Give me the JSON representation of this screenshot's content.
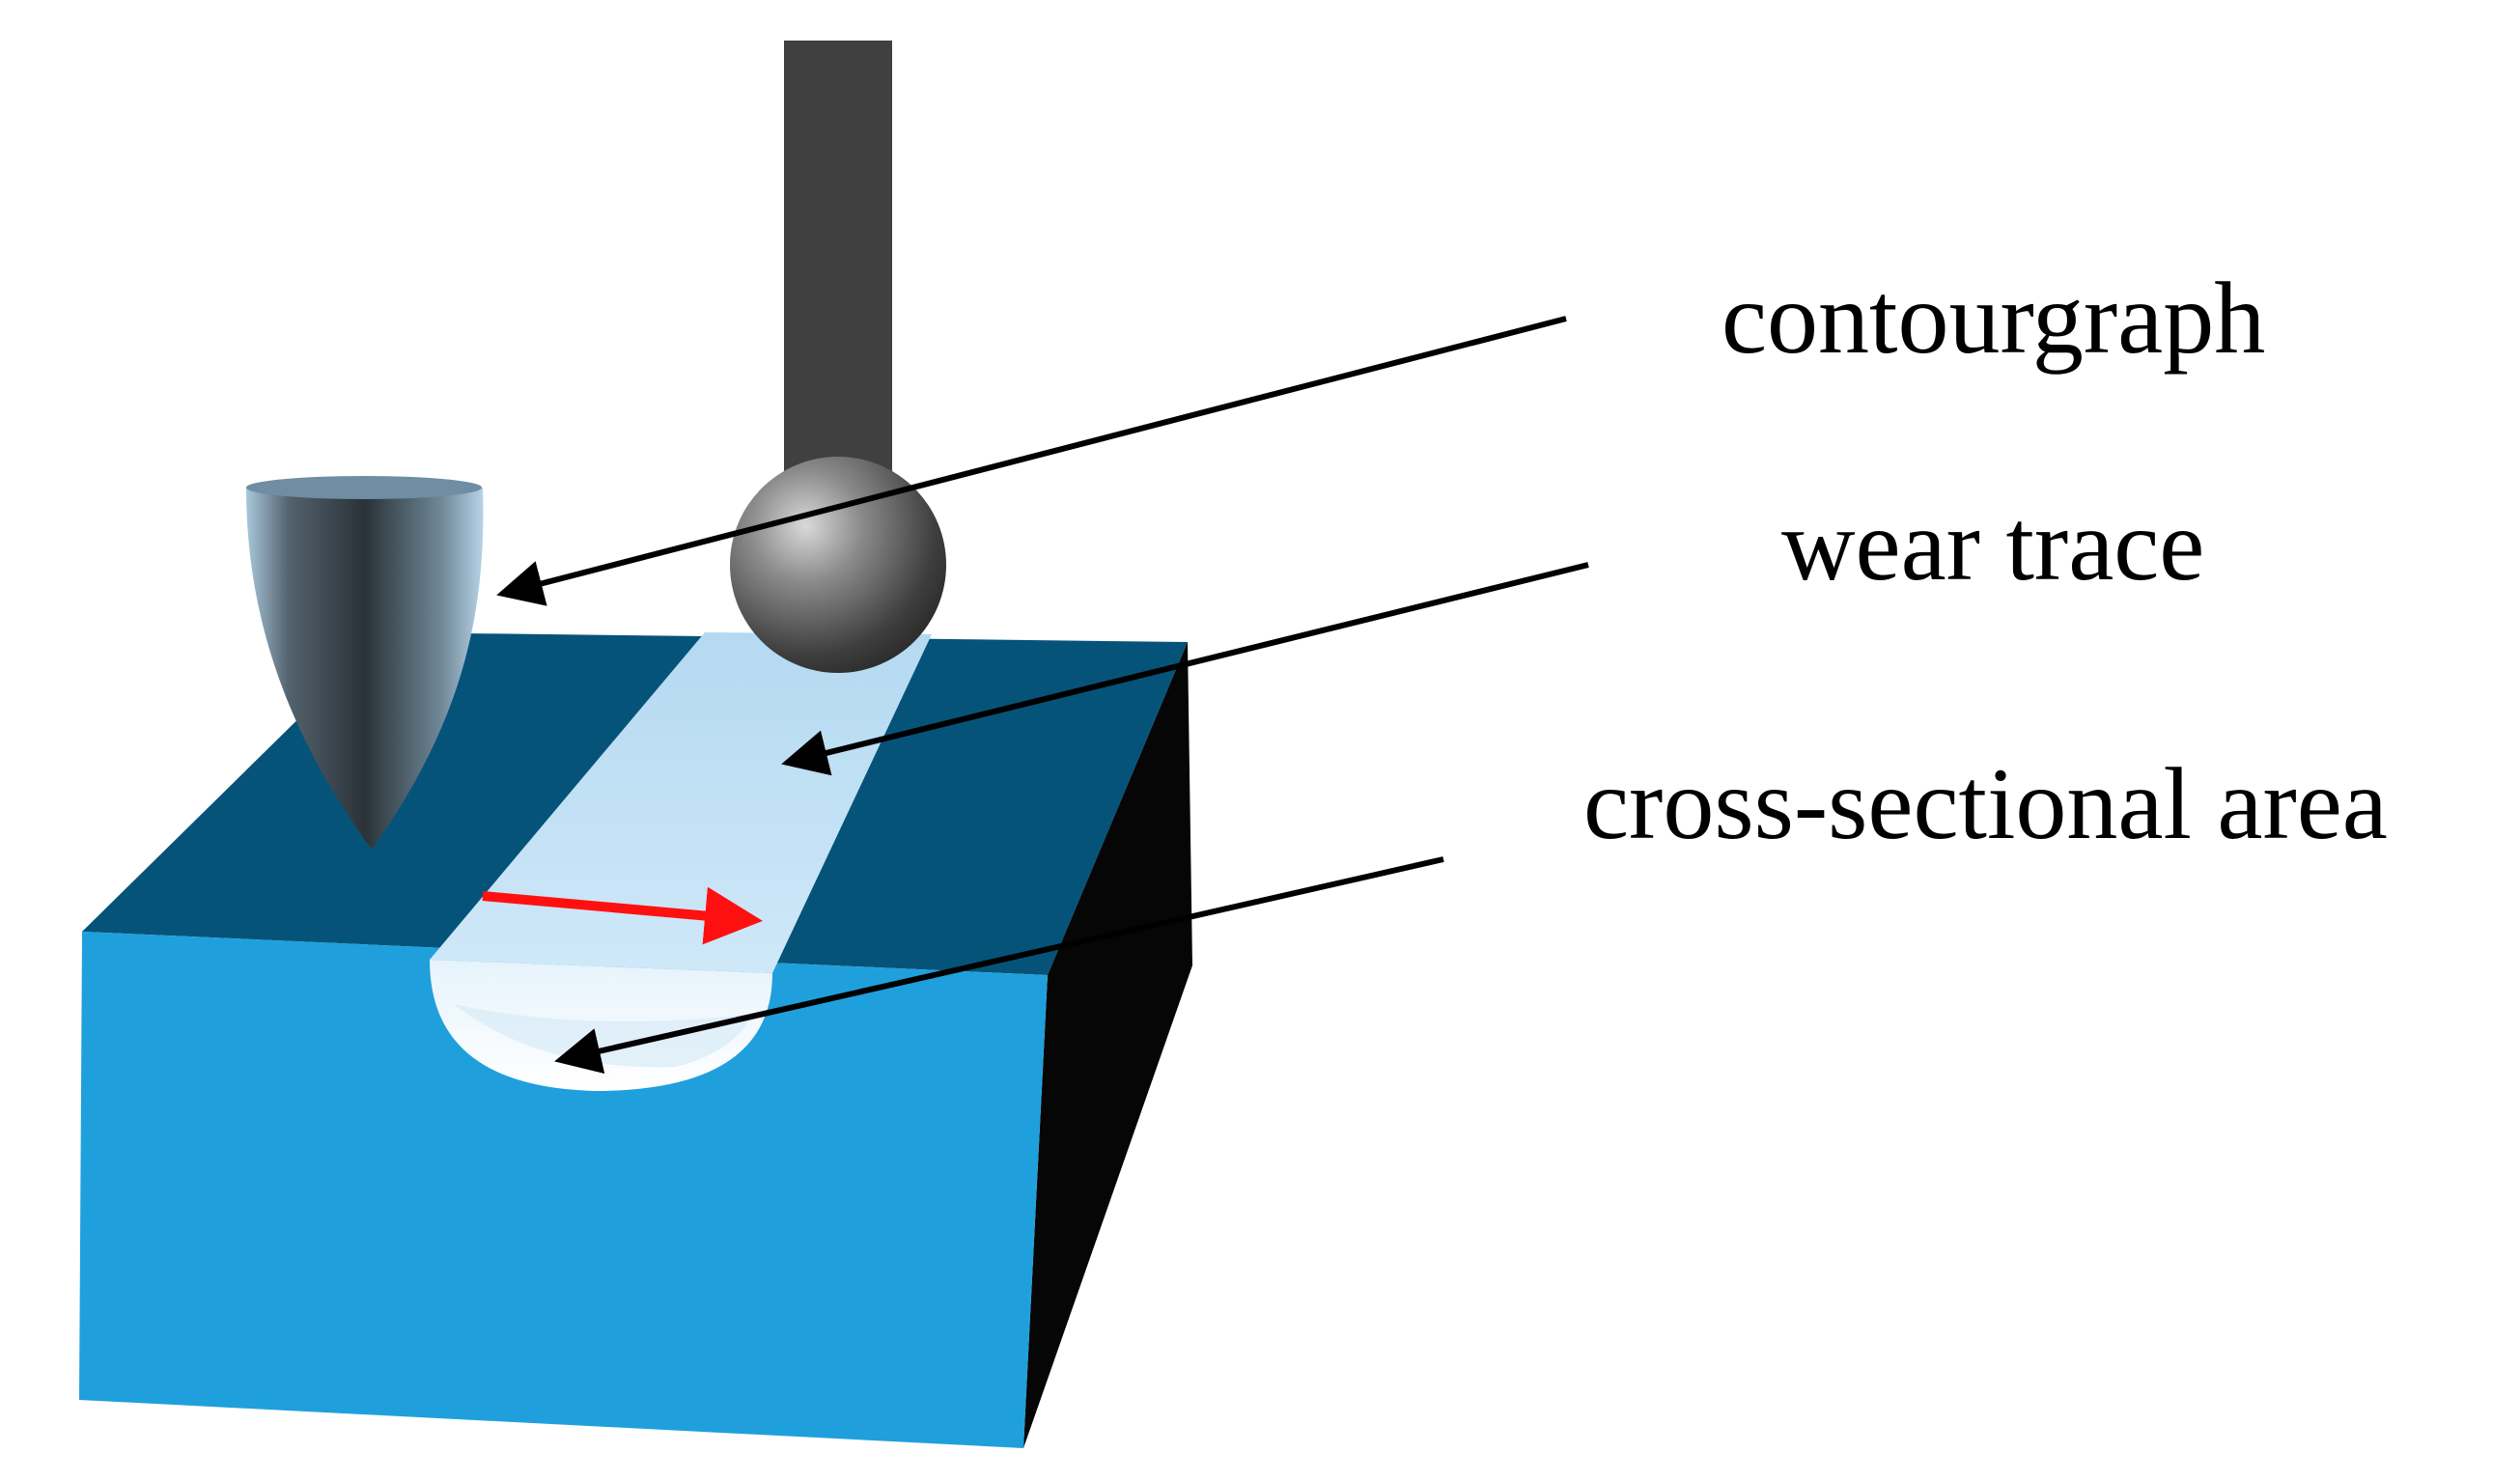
{
  "labels": {
    "contourgraph": "contourgraph",
    "wear_trace": "wear trace",
    "cross_section": "cross-sectional area"
  },
  "colors": {
    "block_front": "#1fa0dc",
    "block_top": "#06537a",
    "block_side": "#060606",
    "wear_trace": "#b8dcf3",
    "ball": "#6a6a6a",
    "shaft": "#404040",
    "stylus": "#3b4a55",
    "motion_arrow": "#ff1010",
    "pointer_arrow": "#000000"
  },
  "icons": {
    "motion": "red-right-arrow",
    "pointers": "black-leader-arrows"
  }
}
